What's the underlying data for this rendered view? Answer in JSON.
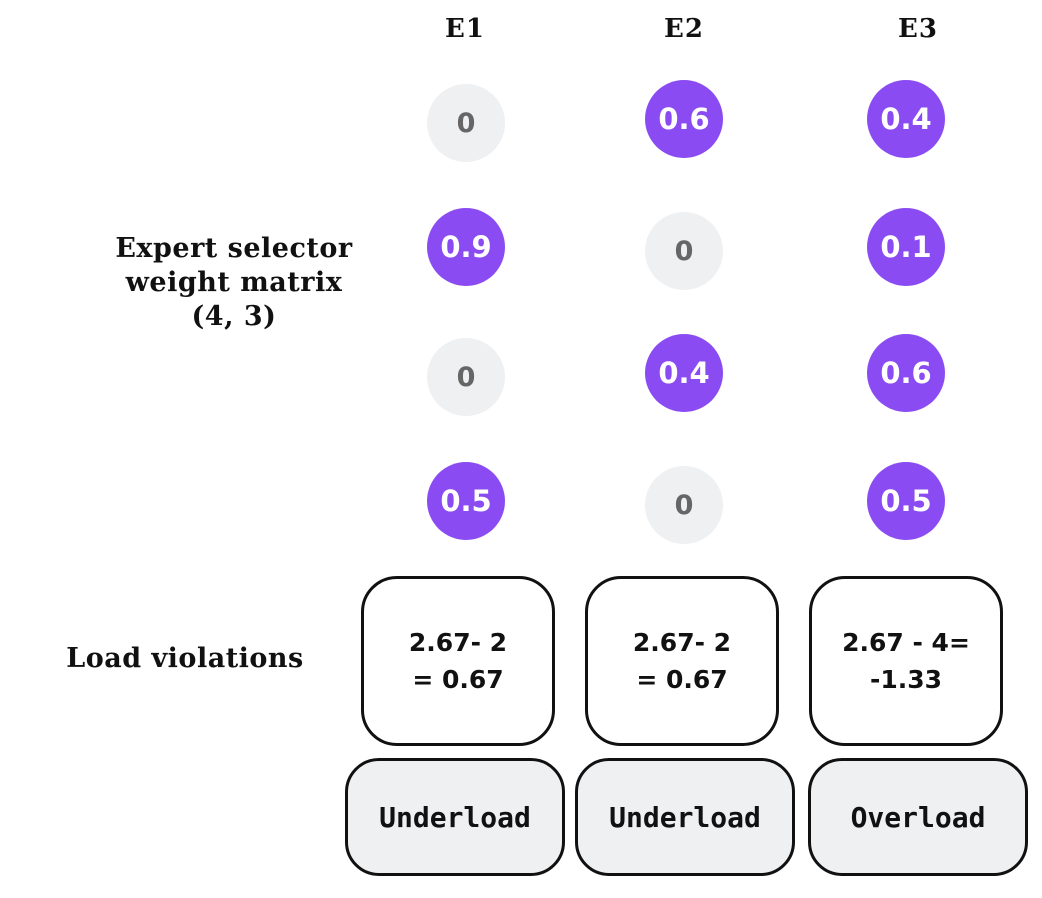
{
  "columns": [
    "E1",
    "E2",
    "E3"
  ],
  "matrix_label": {
    "line1": "Expert selector",
    "line2": "weight matrix",
    "line3": "(4, 3)"
  },
  "weights": [
    [
      "0",
      "0.6",
      "0.4"
    ],
    [
      "0.9",
      "0",
      "0.1"
    ],
    [
      "0",
      "0.4",
      "0.6"
    ],
    [
      "0.5",
      "0",
      "0.5"
    ]
  ],
  "colors": {
    "active": "#8a4cf2",
    "zero": "#eef0f2",
    "zero_text": "#666666",
    "status_bg": "#eef0f2"
  },
  "load_label": "Load violations",
  "load_violations": [
    {
      "line1": "2.67- 2",
      "line2": "= 0.67"
    },
    {
      "line1": "2.67- 2",
      "line2": "= 0.67"
    },
    {
      "line1": "2.67 - 4=",
      "line2": "-1.33"
    }
  ],
  "status": [
    "Underload",
    "Underload",
    "Overload"
  ]
}
